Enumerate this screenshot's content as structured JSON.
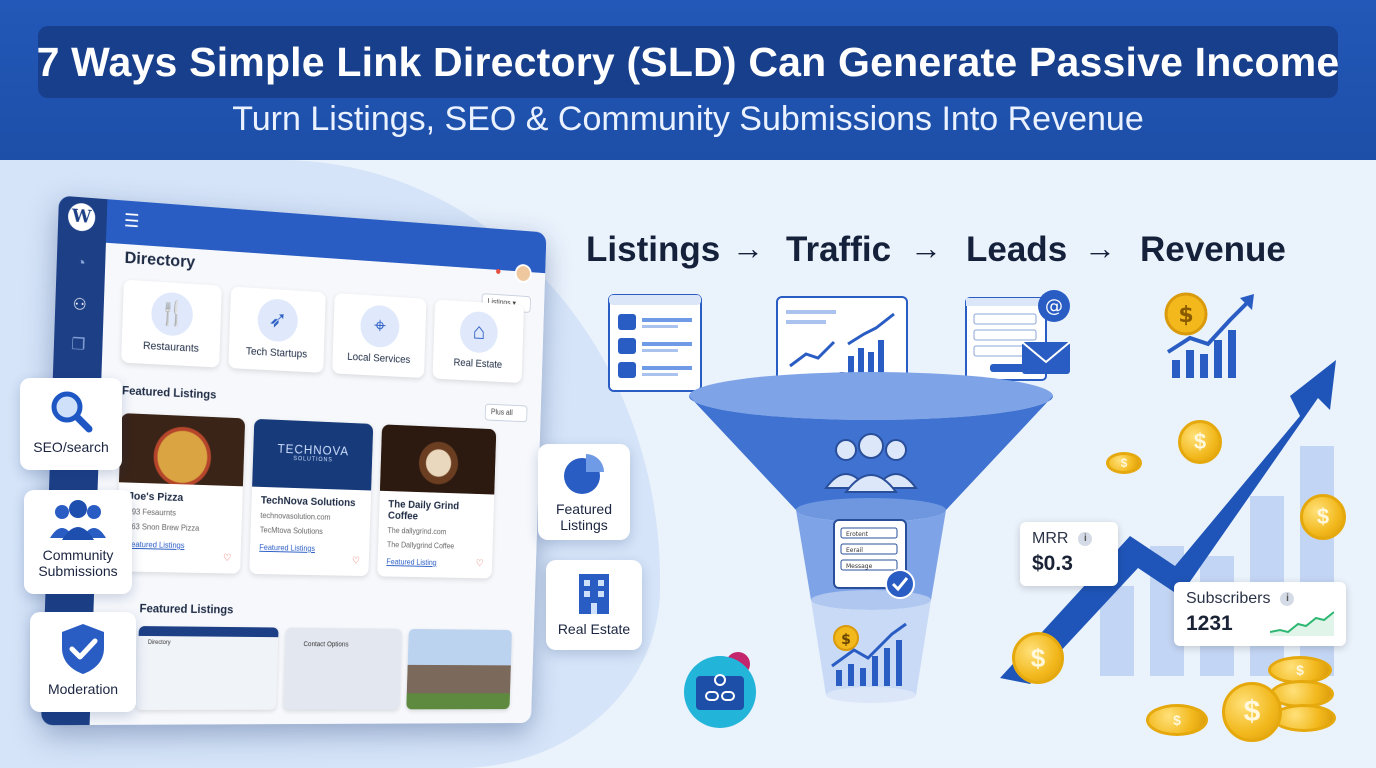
{
  "header": {
    "title": "7 Ways Simple Link Directory (SLD) Can Generate Passive Income",
    "subtitle": "Turn Listings, SEO & Community Submissions Into Revenue"
  },
  "dashboard": {
    "title": "Directory",
    "dropdown": "Listings",
    "categories": [
      "Restaurants",
      "Tech Startups",
      "Local Services",
      "Real Estate"
    ],
    "featured_heading_1": "Featured Listings",
    "filter_button": "Plus all",
    "featured_heading_2": "Featured Listings",
    "listings": [
      {
        "name": "Joe's Pizza",
        "line1": "393 Fesaurnts",
        "line2": "163 Snon Brew Pizza",
        "link": "Featured Listings"
      },
      {
        "name": "TechNova Solutions",
        "line1": "technovasolution.com",
        "line2": "TecMtova Solutions",
        "link": "Featured Listings"
      },
      {
        "name": "The Daily Grind Coffee",
        "line1": "The dallygrind.com",
        "line2": "The Dallygrind Coffee",
        "link": "Featured Listing"
      }
    ],
    "logo_text": "TECHNOVA",
    "logo_sub": "SOLUTIONS",
    "thumb_label_1": "Directory",
    "thumb_label_2": "Contact Options"
  },
  "side_cards": {
    "seo": "SEO/search",
    "community_line1": "Community",
    "community_line2": "Submissions",
    "moderation": "Moderation",
    "featured_line1": "Featured",
    "featured_line2": "Listings",
    "real_estate": "Real Estate"
  },
  "flow": {
    "steps": [
      "Listings",
      "Traffic",
      "Leads",
      "Revenue"
    ],
    "arrow": "→"
  },
  "form_fields": [
    "Erotent",
    "Eerail",
    "Message"
  ],
  "metrics": {
    "mrr_label": "MRR",
    "mrr_value": "$0.3",
    "subs_label": "Subscribers",
    "subs_value": "1231"
  },
  "colors": {
    "header_bg": "#2358b8",
    "title_box": "#173f8c",
    "accent": "#2a5dc4",
    "page_bg": "#eaf2fc",
    "coin": "#f2b81c"
  }
}
